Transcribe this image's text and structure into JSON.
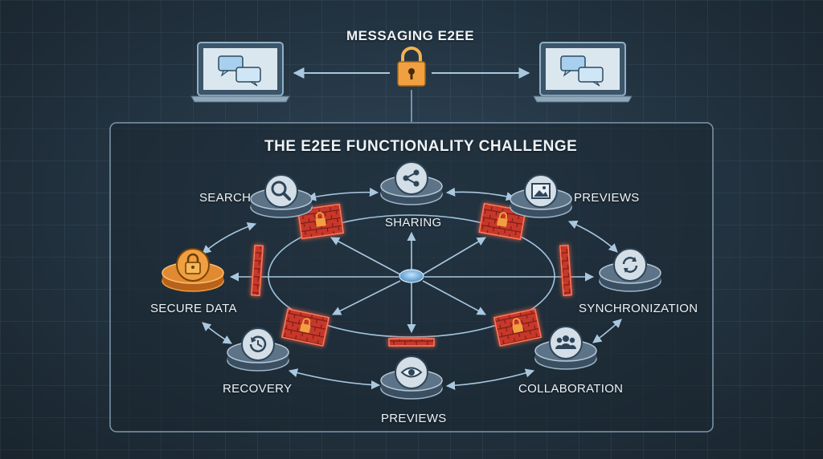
{
  "header": {
    "title": "MESSAGING E2EE"
  },
  "panel": {
    "title": "THE E2EE FUNCTIONALITY CHALLENGE"
  },
  "nodes": {
    "search": "SEARCH",
    "sharing": "SHARING",
    "previews_top": "PREVIEWS",
    "secure_data": "SECURE DATA",
    "synchronization": "SYNCHRONIZATION",
    "recovery": "RECOVERY",
    "collaboration": "COLLABORATION",
    "previews_bottom": "PREVIEWS"
  },
  "icons": {
    "search": "magnifier-icon",
    "sharing": "share-icon",
    "previews_top": "image-icon",
    "secure_data": "padlock-icon",
    "synchronization": "sync-icon",
    "recovery": "history-icon",
    "collaboration": "users-icon",
    "previews_bottom": "eye-icon"
  },
  "colors": {
    "lock": "#f0a040",
    "firewall": "#e8503a",
    "line": "#9fc3de",
    "node": "#cfd9e2"
  }
}
